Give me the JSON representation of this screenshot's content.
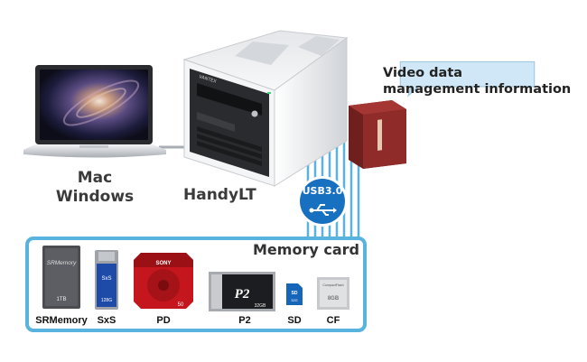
{
  "labels": {
    "computer_line1": "Mac",
    "computer_line2": "Windows",
    "device": "HandyLT",
    "usb": "USB3.0"
  },
  "callout": {
    "line1": "Video data",
    "line2": "management information"
  },
  "memory_panel": {
    "title": "Memory card",
    "cards": [
      {
        "label": "SRMemory",
        "face_text": "SRMemory",
        "capacity": "1TB"
      },
      {
        "label": "SxS",
        "face_text": "SxS",
        "capacity": "128G"
      },
      {
        "label": "PD",
        "face_text": "SONY",
        "capacity": "50"
      },
      {
        "label": "P2",
        "face_text": "P2",
        "capacity": "32GB"
      },
      {
        "label": "SD",
        "face_text": "SD",
        "capacity": "32G"
      },
      {
        "label": "CF",
        "face_text": "CompactFlash",
        "capacity": "8GB"
      }
    ]
  },
  "colors": {
    "connector": "#58b4de",
    "usb_badge": "#1870c0",
    "tape": "#8f2c2a",
    "callout_bg": "#cfe7f6",
    "panel_border": "#58b4de"
  }
}
